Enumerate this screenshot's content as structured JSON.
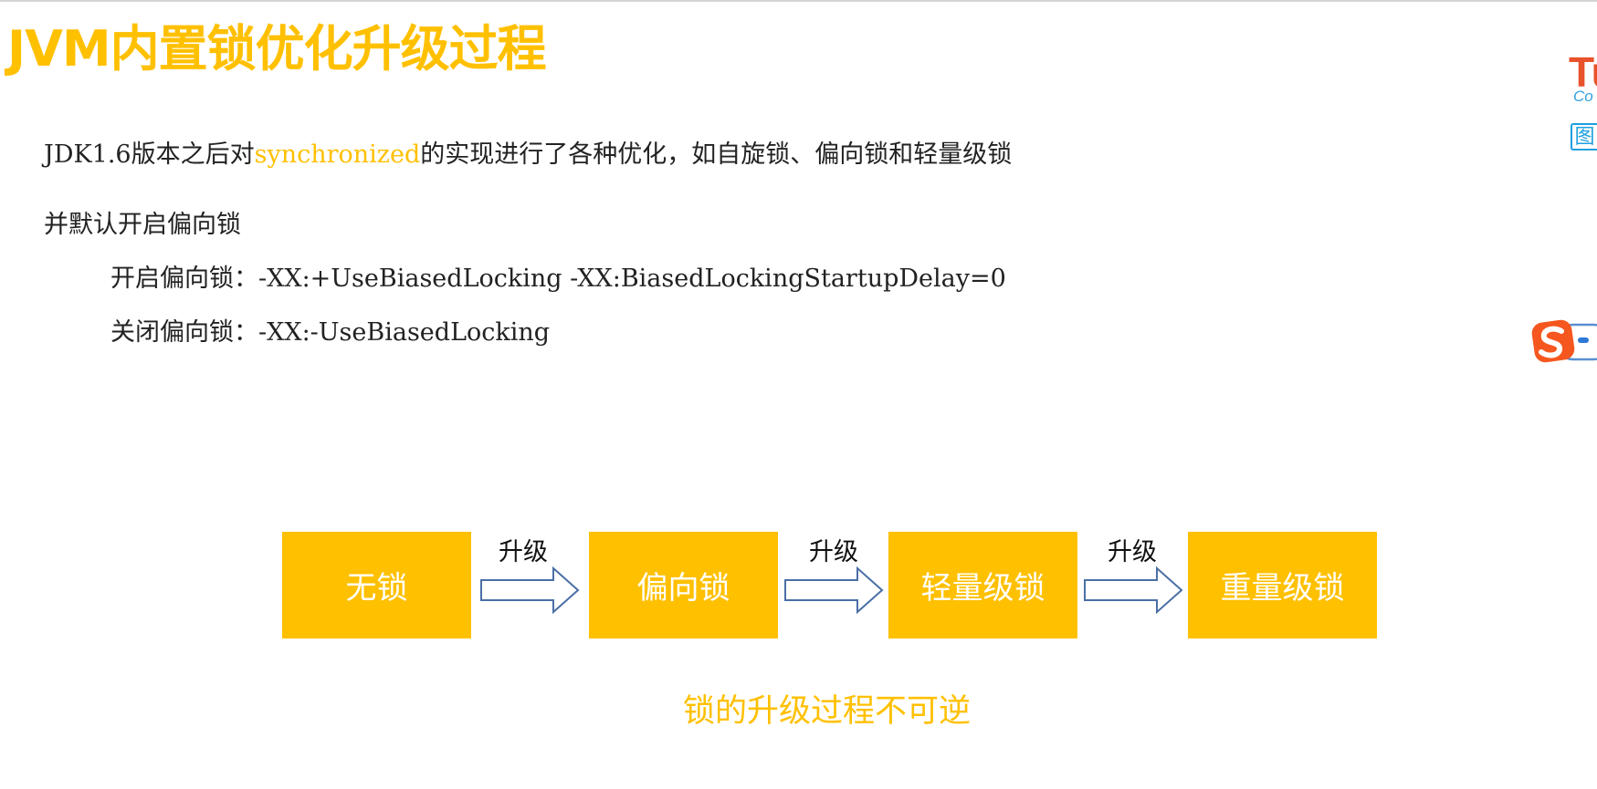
{
  "slide": {
    "title": "JVM内置锁优化升级过程",
    "body_lines": [
      {
        "pre": "JDK1.6版本之后对",
        "highlight": "synchronized",
        "post": "的实现进行了各种优化，如自旋锁、偏向锁和轻量级锁"
      },
      {
        "text": "并默认开启偏向锁"
      },
      {
        "text": "开启偏向锁：-XX:+UseBiasedLocking -XX:BiasedLockingStartupDelay=0"
      },
      {
        "text": "关闭偏向锁：-XX:-UseBiasedLocking"
      }
    ],
    "flow": {
      "stages": [
        "无锁",
        "偏向锁",
        "轻量级锁",
        "重量级锁"
      ],
      "transition_label": "升级"
    },
    "note": "锁的升级过程不可逆"
  },
  "side_widgets": {
    "brand_text": "Tu",
    "brand_subtext": "Co",
    "image_icon_glyph": "图",
    "input_method_icon": "sogou-input-icon"
  },
  "colors": {
    "accent": "#FFC000",
    "body_text": "#222222",
    "arrow_stroke": "#4A6FA5",
    "box_text": "#FFFFFF"
  }
}
